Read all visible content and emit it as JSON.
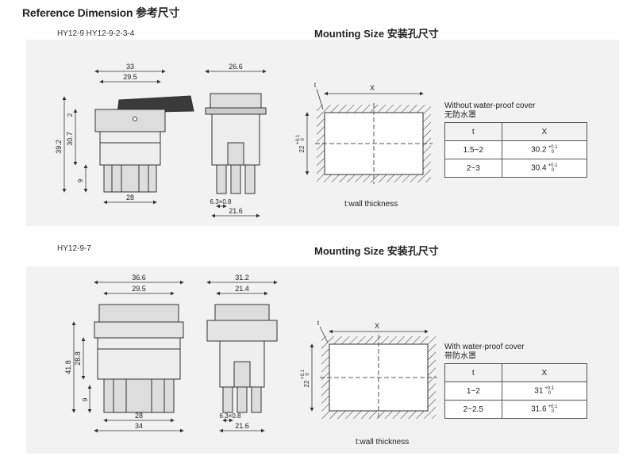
{
  "header": {
    "title": "Reference Dimension 参考尺寸"
  },
  "sections": [
    {
      "model": "HY12-9  HY12-9-2-3-4",
      "mount_title": "Mounting Size 安装孔尺寸",
      "front_dims": {
        "width_outer": "33",
        "width_inner": "29.5",
        "height_total": "39.2",
        "height_body": "30.7",
        "top": "2",
        "pin": "9",
        "bottom_width": "28"
      },
      "side_dims": {
        "top_width": "26.6",
        "terminal": "6.3×0.8",
        "bottom_width": "21.6"
      },
      "cutout": {
        "x_label": "X",
        "t_label": "t",
        "height_label": "22",
        "height_tol_upper": "+0.1",
        "height_tol_lower": "0",
        "wall_note": "t:wall thickness"
      },
      "cover_caption": "Without  water-proof cover",
      "cover_caption_cn": "无防水罩",
      "table": {
        "headers": [
          "t",
          "X"
        ],
        "rows": [
          {
            "t": "1.5~2",
            "x": "30.2",
            "tol_up": "+0.1",
            "tol_lo": "0"
          },
          {
            "t": "2~3",
            "x": "30.4",
            "tol_up": "+0.1",
            "tol_lo": "0"
          }
        ]
      }
    },
    {
      "model": "HY12-9-7",
      "mount_title": "Mounting Size 安装孔尺寸",
      "front_dims": {
        "width_outer": "36.6",
        "width_inner": "29.5",
        "height_total": "41.8",
        "height_body": "28.8",
        "pin": "9",
        "bottom_width1": "28",
        "bottom_width2": "34"
      },
      "side_dims": {
        "top_width": "31.2",
        "top_inner": "21.4",
        "terminal": "6.3×0.8",
        "bottom_width": "21.6"
      },
      "cutout": {
        "x_label": "X",
        "t_label": "t",
        "height_label": "22",
        "height_tol_upper": "+0.1",
        "height_tol_lower": "0",
        "wall_note": "t:wall thickness"
      },
      "cover_caption": "With water-proof cover",
      "cover_caption_cn": "带防水罩",
      "table": {
        "headers": [
          "t",
          "X"
        ],
        "rows": [
          {
            "t": "1~2",
            "x": "31",
            "tol_up": "+0.1",
            "tol_lo": "0"
          },
          {
            "t": "2~2.5",
            "x": "31.6",
            "tol_up": "+0.1",
            "tol_lo": "0"
          }
        ]
      }
    }
  ]
}
